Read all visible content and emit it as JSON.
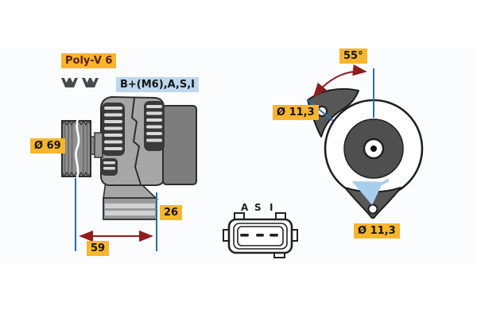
{
  "drawing": {
    "type": "alternator-technical-drawing",
    "views": [
      "side-view-with-pulley",
      "pin-connector-face",
      "front-view-mounting"
    ]
  },
  "labels": {
    "belt_type": "Poly-V 6",
    "terminals": "B+(M6),A,S,I",
    "pulley_diameter": "Ø 69",
    "dim_length": "59",
    "dim_foot": "26",
    "mounting_angle": "55°",
    "hole_top_diameter": "Ø 11,3",
    "hole_bottom_diameter": "Ø 11,3"
  },
  "connector": {
    "pins": [
      "A",
      "S",
      "I"
    ],
    "pin_count": 3
  },
  "colors": {
    "label_bg_yellow": "#F8B62D",
    "label_bg_blue": "#BDD7EE",
    "label_text": "#141414",
    "belt_label_text": "#58201A",
    "dimension_line_blue": "#2E6BA8",
    "dimension_arrow_red": "#8F1D1D",
    "rotation_arrow_blue": "#A9CDEC",
    "body_gray": "#A6A6A6",
    "rear_housing_gray": "#7D7D7D",
    "lug_gray": "#575757",
    "outline": "#1F1F1F"
  }
}
